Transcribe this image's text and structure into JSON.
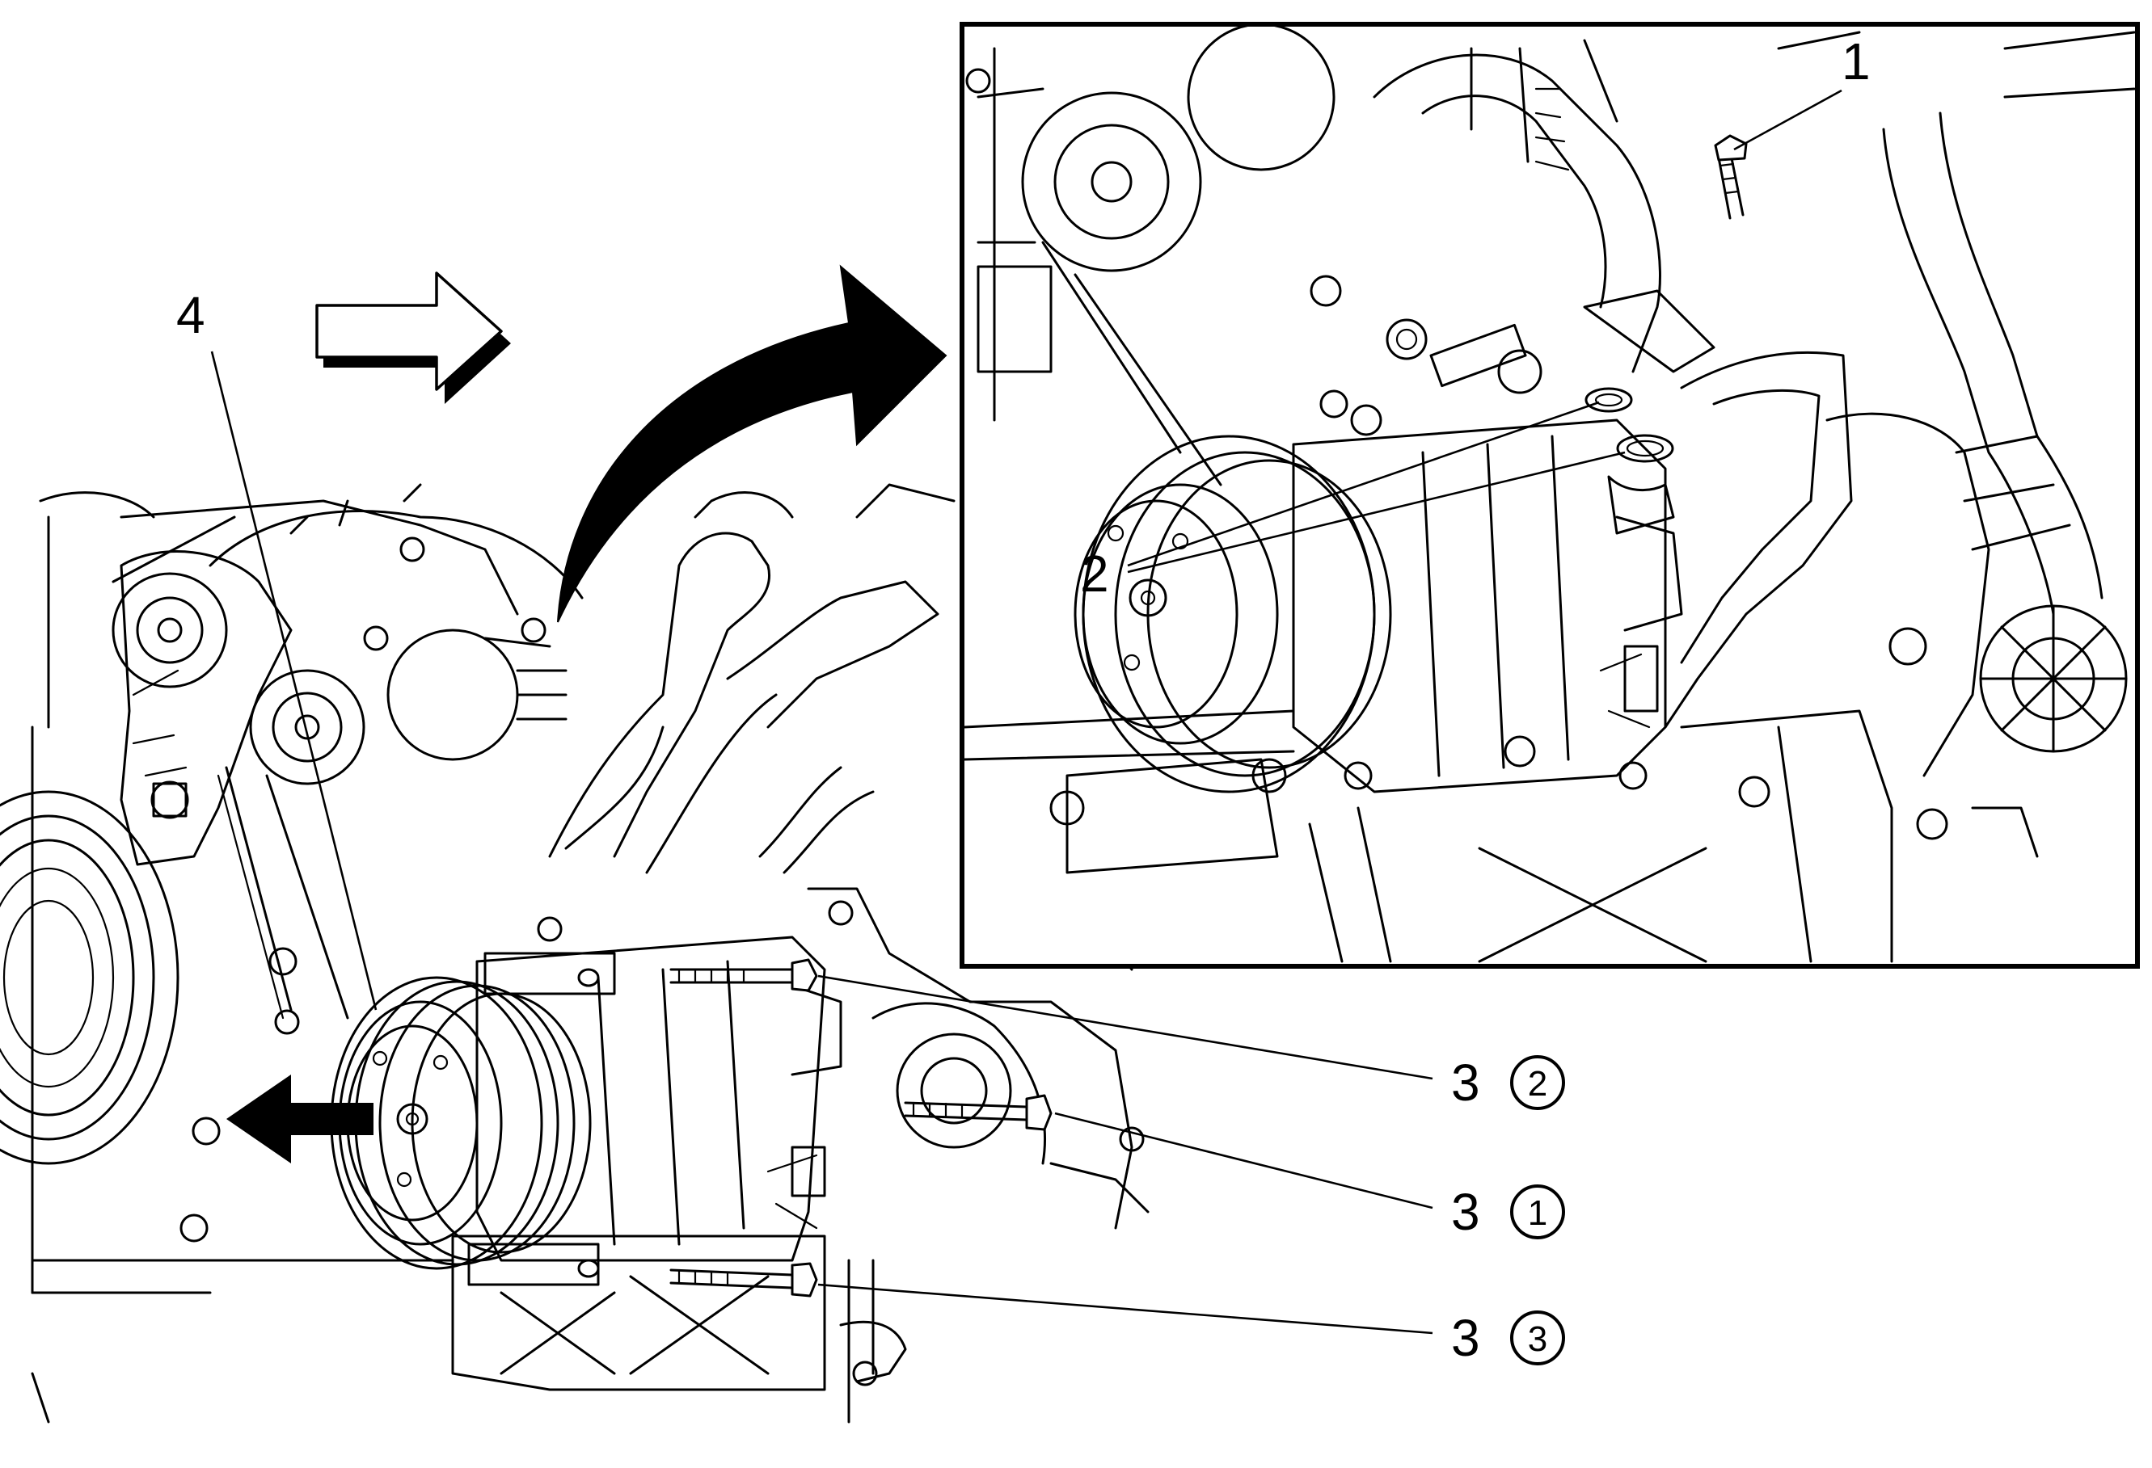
{
  "callouts": {
    "part4": "4",
    "part1": "1",
    "part2": "2",
    "bolt_a": {
      "number": "3",
      "sequence": "2"
    },
    "bolt_b": {
      "number": "3",
      "sequence": "1"
    },
    "bolt_c": {
      "number": "3",
      "sequence": "3"
    }
  },
  "icons": {
    "direction_arrow": "hollow-right-arrow-icon",
    "detail_arrow": "curved-black-arrow-icon",
    "removal_arrow": "solid-left-arrow-icon"
  },
  "colors": {
    "line": "#000000",
    "background": "#ffffff"
  }
}
